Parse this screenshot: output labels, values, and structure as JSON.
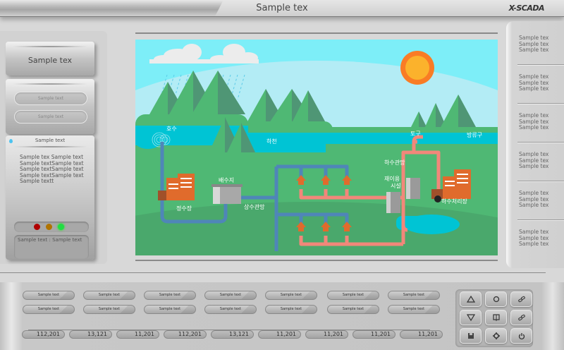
{
  "titlebar": {
    "title": "Sample tex",
    "logo": "X-SCADA"
  },
  "left_panel": {
    "header_card": {
      "title": "Sample tex"
    },
    "buttons": [
      {
        "label": "Sample text"
      },
      {
        "label": "Sample text"
      }
    ],
    "info_card": {
      "title": "Sample text",
      "body_lines": [
        "Sample tex Sample text",
        "Sample textSample text",
        "Sample textSample text",
        "Sample textSample text",
        "Sample textt"
      ],
      "status_lights": [
        {
          "name": "red",
          "color": "#b00000"
        },
        {
          "name": "amber",
          "color": "#b07400"
        },
        {
          "name": "green",
          "color": "#22dd44"
        }
      ],
      "status_text": "Sample text : Sample text"
    }
  },
  "diagram": {
    "labels": {
      "lake": "호수",
      "river": "하천",
      "reservoir": "배수지",
      "water_treatment": "정수장",
      "water_pipe": "상수관망",
      "sewer_pipe": "하수관망",
      "reuse_facility_1": "재이용",
      "reuse_facility_2": "시설",
      "sewage_treatment": "하수처리장",
      "outfall": "토구",
      "discharge": "방류구"
    },
    "colors": {
      "sky": "#7deef8",
      "grass": "#4fb874",
      "water": "#00c4d4",
      "sun": "#fbb22c",
      "building": "#e06b2c",
      "clean_pipe": "#4f86b8",
      "sewer_pipe": "#f2877a"
    }
  },
  "right_panel": {
    "groups": [
      [
        "Sample tex",
        "Sample tex",
        "Sample tex"
      ],
      [
        "Sample tex",
        "Sample tex",
        "Sample tex"
      ],
      [
        "Sample tex",
        "Sample tex",
        "Sample tex"
      ],
      [
        "Sample tex",
        "Sample tex",
        "Sample tex"
      ],
      [
        "Sample tex",
        "Sample tex",
        "Sample tex"
      ],
      [
        "Sample tex",
        "Sample tex",
        "Sample tex"
      ]
    ]
  },
  "bottom": {
    "buttons_row1": [
      "Sample text",
      "Sample text",
      "Sample text",
      "Sample text",
      "Sample text",
      "Sample text",
      "Sample text"
    ],
    "buttons_row2": [
      "Sample text",
      "Sample text",
      "Sample text",
      "Sample text",
      "Sample text",
      "Sample text",
      "Sample text"
    ],
    "values": [
      "112,201",
      "13,121",
      "11,201",
      "112,201",
      "13,121",
      "11,201",
      "11,201",
      "11,201",
      "11,201"
    ],
    "control_grid": [
      {
        "icon": "triangle-up-icon"
      },
      {
        "icon": "refresh-icon"
      },
      {
        "icon": "link-icon"
      },
      {
        "icon": "triangle-down-icon"
      },
      {
        "icon": "book-icon"
      },
      {
        "icon": "link-icon"
      },
      {
        "icon": "save-icon"
      },
      {
        "icon": "gear-icon"
      },
      {
        "icon": "power-icon"
      }
    ]
  }
}
